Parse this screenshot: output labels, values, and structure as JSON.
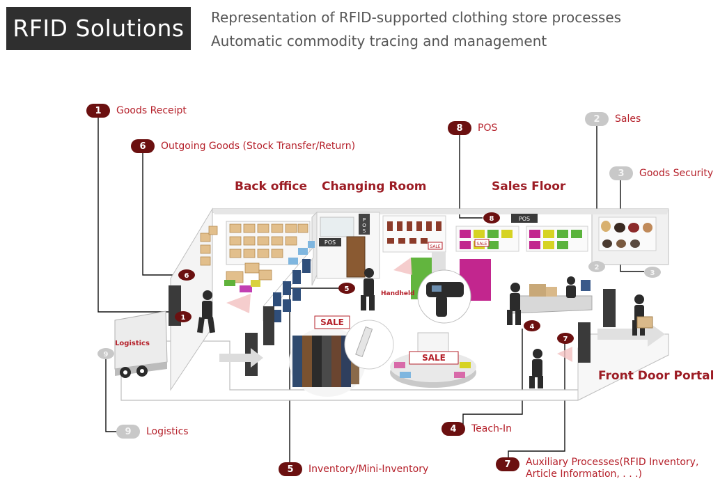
{
  "header": {
    "title": "RFID Solutions",
    "subtitle_line1": "Representation of RFID-supported clothing store processes",
    "subtitle_line2": "Automatic commodity tracing and management"
  },
  "areas": {
    "back_office": "Back office",
    "changing_room": "Changing Room",
    "sales_floor": "Sales Floor",
    "front_door": "Front Door Portal"
  },
  "callouts": [
    {
      "num": "1",
      "label": "Goods Receipt",
      "style": "dark"
    },
    {
      "num": "6",
      "label": "Outgoing Goods (Stock Transfer/Return)",
      "style": "dark"
    },
    {
      "num": "8",
      "label": "POS",
      "style": "dark"
    },
    {
      "num": "2",
      "label": "Sales",
      "style": "gray"
    },
    {
      "num": "3",
      "label": "Goods Security",
      "style": "gray"
    },
    {
      "num": "9",
      "label": "Logistics",
      "style": "gray"
    },
    {
      "num": "4",
      "label": "Teach-In",
      "style": "dark"
    },
    {
      "num": "5",
      "label": "Inventory/Mini-Inventory",
      "style": "dark"
    },
    {
      "num": "7",
      "label": "Auxiliary Processes(RFID Inventory,",
      "label2": "Article Information, . . .)",
      "style": "dark"
    }
  ],
  "scene_labels": {
    "pos_sign_1": "POS",
    "pos_sign_2": "POS",
    "pos_vertical": "POS",
    "sale_sign_1": "SALE",
    "sale_sign_2": "SALE",
    "sale_tag": "SALE",
    "sale_tag_2": "SALE",
    "handheld": "Handheld",
    "logistics_truck": "Logistics"
  },
  "scene_markers": {
    "m1": "1",
    "m2": "2",
    "m3": "3",
    "m4": "4",
    "m5": "5",
    "m6": "6",
    "m7": "7",
    "m8": "8",
    "m9": "9"
  }
}
